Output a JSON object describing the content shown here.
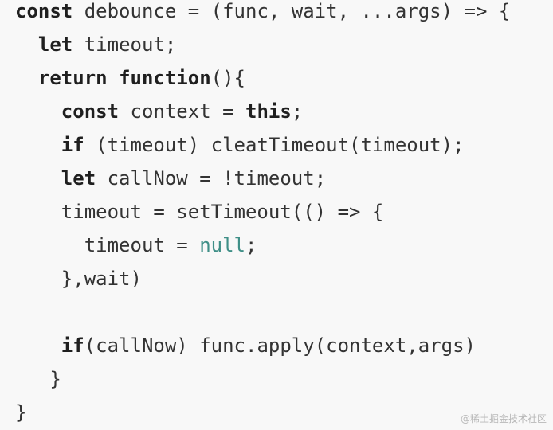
{
  "code_lines": [
    {
      "tokens": [
        {
          "t": "const",
          "k": "kw"
        },
        {
          "t": " debounce = (func, wait, ...args) => {",
          "k": "plain"
        }
      ]
    },
    {
      "tokens": [
        {
          "t": "  ",
          "k": "plain"
        },
        {
          "t": "let",
          "k": "kw"
        },
        {
          "t": " timeout;",
          "k": "plain"
        }
      ]
    },
    {
      "tokens": [
        {
          "t": "  ",
          "k": "plain"
        },
        {
          "t": "return",
          "k": "kw"
        },
        {
          "t": " ",
          "k": "plain"
        },
        {
          "t": "function",
          "k": "kw"
        },
        {
          "t": "(){",
          "k": "plain"
        }
      ]
    },
    {
      "tokens": [
        {
          "t": "    ",
          "k": "plain"
        },
        {
          "t": "const",
          "k": "kw"
        },
        {
          "t": " context = ",
          "k": "plain"
        },
        {
          "t": "this",
          "k": "kw"
        },
        {
          "t": ";",
          "k": "plain"
        }
      ]
    },
    {
      "tokens": [
        {
          "t": "    ",
          "k": "plain"
        },
        {
          "t": "if",
          "k": "kw"
        },
        {
          "t": " (timeout) cleatTimeout(timeout);",
          "k": "plain"
        }
      ]
    },
    {
      "tokens": [
        {
          "t": "    ",
          "k": "plain"
        },
        {
          "t": "let",
          "k": "kw"
        },
        {
          "t": " callNow = !timeout;",
          "k": "plain"
        }
      ]
    },
    {
      "tokens": [
        {
          "t": "    timeout = setTimeout(() => {",
          "k": "plain"
        }
      ]
    },
    {
      "tokens": [
        {
          "t": "      timeout = ",
          "k": "plain"
        },
        {
          "t": "null",
          "k": "null"
        },
        {
          "t": ";",
          "k": "plain"
        }
      ]
    },
    {
      "tokens": [
        {
          "t": "    },wait)",
          "k": "plain"
        }
      ]
    },
    {
      "tokens": []
    },
    {
      "tokens": [
        {
          "t": "    ",
          "k": "plain"
        },
        {
          "t": "if",
          "k": "kw"
        },
        {
          "t": "(callNow) func.apply(context,args)",
          "k": "plain"
        }
      ]
    },
    {
      "tokens": [
        {
          "t": "   }",
          "k": "plain"
        }
      ]
    },
    {
      "tokens": [
        {
          "t": "}",
          "k": "plain"
        }
      ]
    }
  ],
  "watermark": "@稀土掘金技术社区",
  "colors": {
    "background": "#f8f8f8",
    "keyword": "#1f1f1f",
    "text": "#333333",
    "null_literal": "#3f8f87",
    "watermark": "#b9b9b9"
  }
}
